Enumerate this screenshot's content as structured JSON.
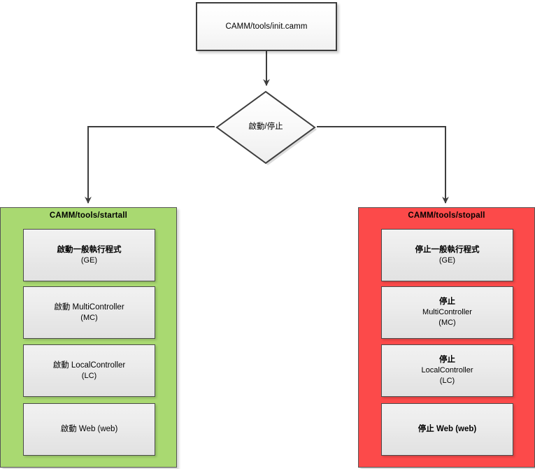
{
  "diagram": {
    "type": "flowchart",
    "title_box": {
      "label": "CAMM/tools/init.camm"
    },
    "decision": {
      "label": "啟動/停止"
    },
    "groups": [
      {
        "id": "startall",
        "title": "CAMM/tools/startall",
        "color": "#a9d971",
        "side": "left",
        "cards": [
          {
            "line1": "啟動一般執行程式",
            "line2": "(GE)"
          },
          {
            "line1": "啟動 MultiController",
            "line2": "(MC)"
          },
          {
            "line1": "啟動 LocalController",
            "line2": "(LC)"
          },
          {
            "line1": "啟動 Web (web)",
            "line2": ""
          }
        ]
      },
      {
        "id": "stopall",
        "title": "CAMM/tools/stopall",
        "color": "#fc4a4a",
        "side": "right",
        "cards": [
          {
            "line1": "停止一般執行程式",
            "line2": "(GE)"
          },
          {
            "line1": "停止",
            "line2": "MultiController",
            "line3": "(MC)"
          },
          {
            "line1": "停止",
            "line2": "LocalController",
            "line3": "(LC)"
          },
          {
            "line1": "停止 Web (web)",
            "line2": ""
          }
        ]
      }
    ],
    "connectors": [
      {
        "name": "init-to-decision",
        "from": "CAMM/tools/init.camm",
        "to": "啟動/停止",
        "arrow": true
      },
      {
        "name": "decision-to-startall",
        "from": "啟動/停止",
        "to": "CAMM/tools/startall",
        "arrow": true
      },
      {
        "name": "decision-to-stopall",
        "from": "啟動/停止",
        "to": "CAMM/tools/stopall",
        "arrow": true
      },
      {
        "name": "stop-lc-to-stop-mc",
        "from": "停止 LocalController (LC)",
        "to": "停止 MultiController (MC)",
        "arrow": true
      }
    ],
    "colors": {
      "stroke": "#3d3d3d",
      "card_border": "#4a4a4a",
      "green_panel": "#a9d971",
      "red_panel": "#fc4a4a",
      "card_fill": "#ececec",
      "page_bg": "#ffffff"
    }
  }
}
